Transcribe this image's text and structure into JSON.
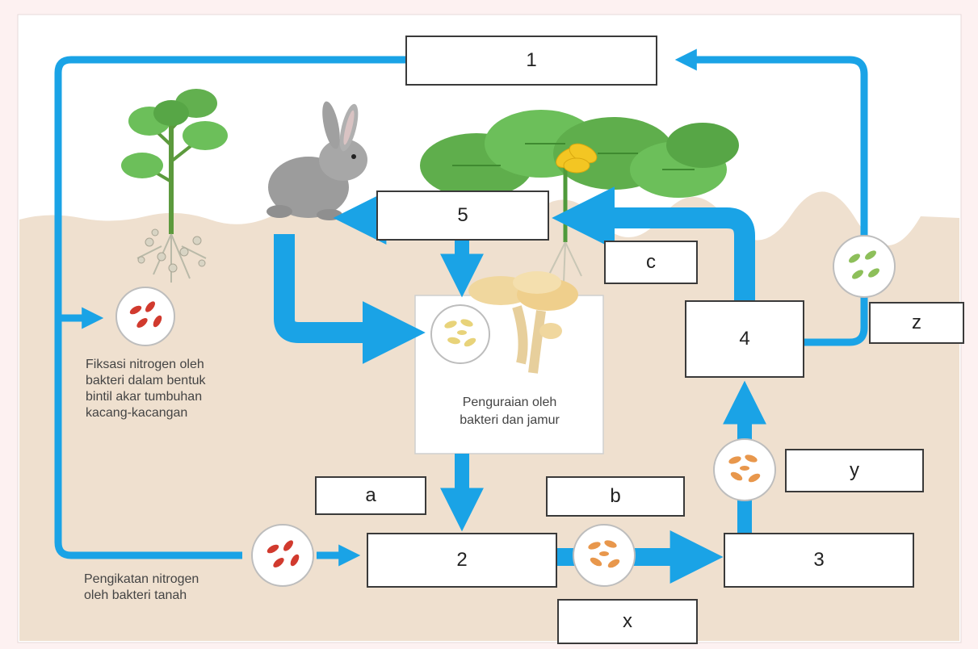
{
  "colors": {
    "arrow": "#1aa3e6",
    "soil": "#efe0cf",
    "bacteria_red": "#d13a2e",
    "bacteria_orange": "#e8974c",
    "bacteria_green": "#8dbf5a",
    "bacteria_yellow": "#e8d37a"
  },
  "boxes": {
    "b1": "1",
    "b2": "2",
    "b3": "3",
    "b4": "4",
    "b5": "5",
    "a": "a",
    "b": "b",
    "c": "c",
    "x": "x",
    "y": "y",
    "z": "z"
  },
  "captions": {
    "fixation": "Fiksasi nitrogen oleh\nbakteri dalam bentuk\nbintil akar tumbuhan\nkacang-kacangan",
    "binding": "Pengikatan nitrogen\noleh bakteri tanah",
    "decomposition": "Penguraian oleh\nbakteri dan jamur"
  },
  "icons": [
    "legume-plant-icon",
    "rabbit-icon",
    "pumpkin-plant-icon",
    "mushroom-icon",
    "bacteria-icon"
  ]
}
